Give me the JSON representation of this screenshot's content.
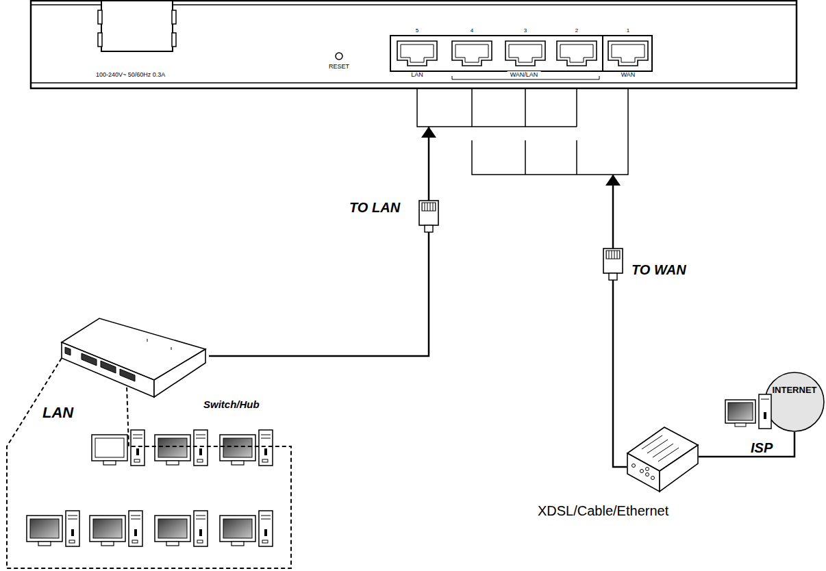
{
  "diagram": {
    "nodes": [
      {
        "text": [
          "100-240V~ 50/60Hz 0.3A",
          "RESET",
          "5",
          "4",
          "3",
          "2",
          "1",
          "LAN",
          "WAN/LAN",
          "WAN"
        ]
      },
      {
        "text": [
          "Switch/Hub"
        ]
      },
      {
        "text": [
          "LAN"
        ]
      },
      {
        "text": [
          "XDSL/Cable/Ethernet"
        ]
      },
      {
        "text": [
          "INTERNET",
          "ISP"
        ]
      }
    ],
    "edges": [
      {
        "from": 1,
        "to": 0,
        "arrow": "to",
        "label": "TO LAN"
      },
      {
        "from": 3,
        "to": 0,
        "arrow": "to",
        "label": "TO WAN"
      },
      {
        "from": 3,
        "to": 4,
        "arrow": "none"
      }
    ]
  }
}
